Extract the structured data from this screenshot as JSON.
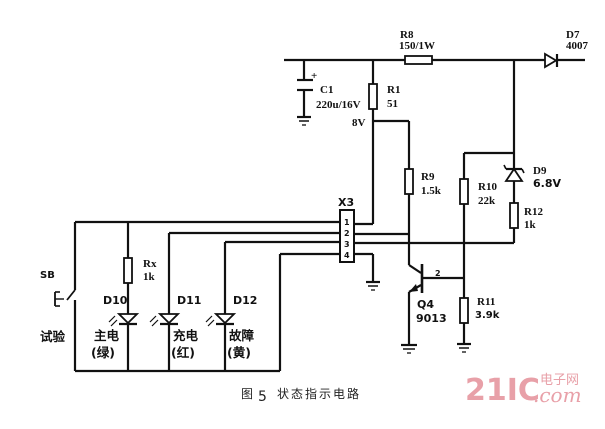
{
  "figure": {
    "caption": "图 5 状态指示电路",
    "caption_prefix": "图",
    "caption_number": "5",
    "caption_title": "状态指示电路"
  },
  "watermark": {
    "brand": "21IC",
    "subtitle": "电子网",
    "domain": ".com",
    "color": "#e8a0a8"
  },
  "components": {
    "R8": {
      "ref": "R8",
      "value": "150/1W"
    },
    "D7": {
      "ref": "D7",
      "value": "4007"
    },
    "C1": {
      "ref": "C1",
      "value": "220u/16V",
      "polarity": "+"
    },
    "R1": {
      "ref": "R1",
      "value": "51"
    },
    "node_8v": "8V",
    "R9": {
      "ref": "R9",
      "value": "1.5k"
    },
    "D9": {
      "ref": "D9",
      "value": "6.8V"
    },
    "R10": {
      "ref": "R10",
      "value": "22k"
    },
    "R12": {
      "ref": "R12",
      "value": "1k"
    },
    "R11": {
      "ref": "R11",
      "value": "3.9k"
    },
    "Q4": {
      "ref": "Q4",
      "value": "9013",
      "pin_label": "2"
    },
    "X3": {
      "ref": "X3",
      "pins": [
        "1",
        "2",
        "3",
        "4"
      ]
    },
    "Rx": {
      "ref": "Rx",
      "value": "1k"
    },
    "SB": {
      "ref": "SB",
      "label": "试验"
    },
    "D10": {
      "ref": "D10",
      "name": "主电",
      "color": "(绿)"
    },
    "D11": {
      "ref": "D11",
      "name": "充电",
      "color": "(红)"
    },
    "D12": {
      "ref": "D12",
      "name": "故障",
      "color": "(黄)"
    }
  }
}
